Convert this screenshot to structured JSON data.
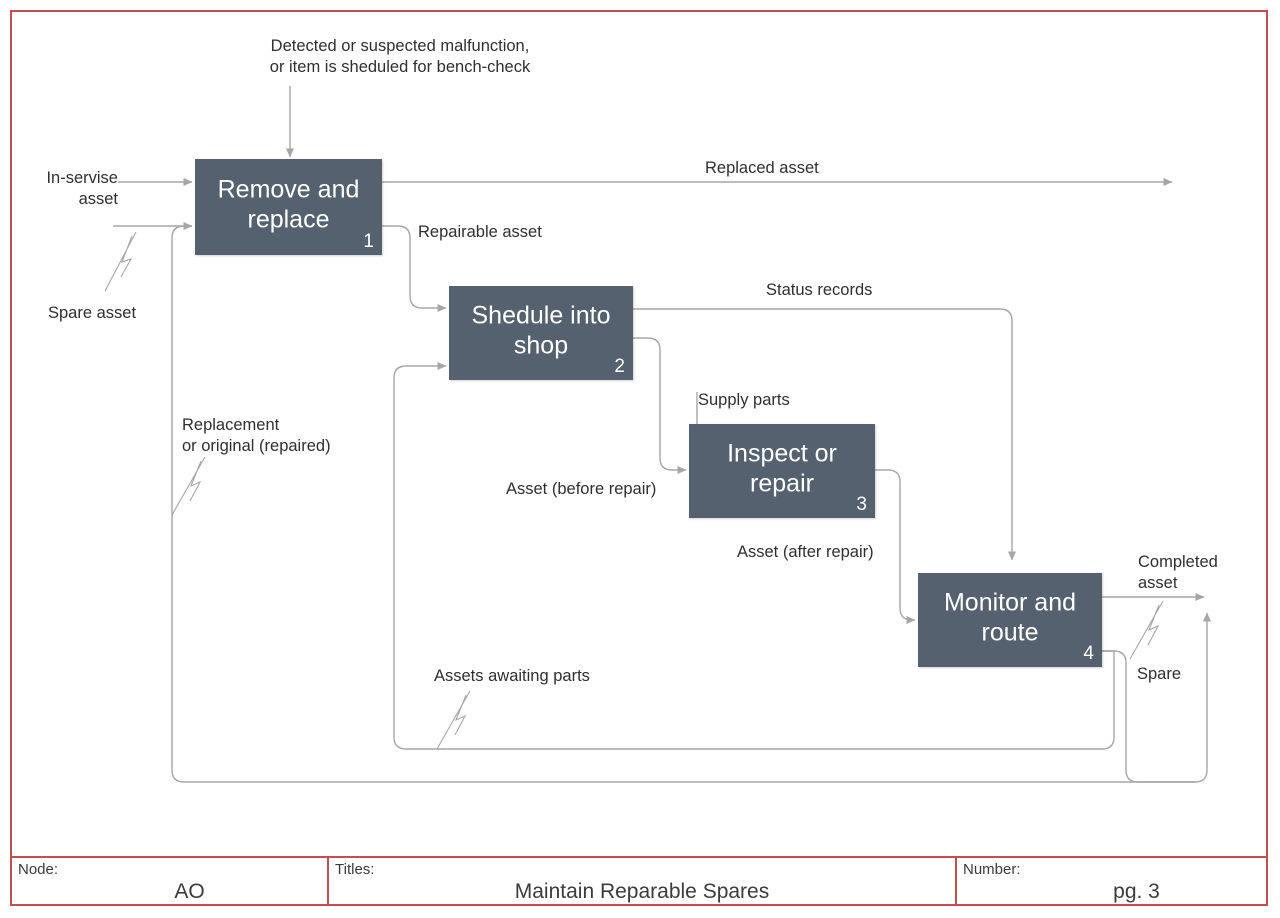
{
  "diagram": {
    "type": "IDEF0 process flow",
    "frame_color": "#C0504D",
    "box_color": "#55616E",
    "line_color": "#a6a6a6",
    "text_color": "#2f2f2f"
  },
  "titlebar": {
    "node_label": "Node:",
    "node_value": "AO",
    "titles_label": "Titles:",
    "titles_value": "Maintain Reparable Spares",
    "number_label": "Number:",
    "number_value": "pg. 3"
  },
  "activities": [
    {
      "id": "a1",
      "title": "Remove and replace",
      "number": "1"
    },
    {
      "id": "a2",
      "title": "Shedule into shop",
      "number": "2"
    },
    {
      "id": "a3",
      "title": "Inspect or repair",
      "number": "3"
    },
    {
      "id": "a4",
      "title": "Monitor and route",
      "number": "4"
    }
  ],
  "flows": {
    "control_top": "Detected or suspected malfunction,\nor item is sheduled for bench-check",
    "in_service_asset": "In-servise\nasset",
    "spare_asset": "Spare asset",
    "replaced_asset": "Replaced asset",
    "repairable_asset": "Repairable asset",
    "replacement_or_original": "Replacement\nor original (repaired)",
    "status_records": "Status records",
    "supply_parts": "Supply parts",
    "asset_before_repair": "Asset (before repair)",
    "asset_after_repair": "Asset (after repair)",
    "assets_awaiting_parts": "Assets awaiting parts",
    "completed_asset": "Completed\nasset",
    "spare": "Spare"
  }
}
